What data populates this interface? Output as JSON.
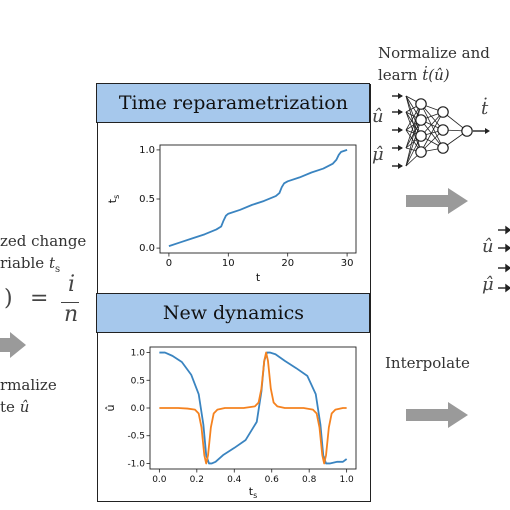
{
  "panel_top": {
    "title": "Time reparametrization"
  },
  "panel_bottom": {
    "title": "New dynamics"
  },
  "left_text": {
    "line1": "zed change",
    "line2_prefix": "riable",
    "line2_var": "t",
    "line2_sub": "s",
    "eq_left": ")",
    "eq_equals": "=",
    "eq_num": "i",
    "eq_den": "n",
    "line3": "rmalize",
    "line4_prefix": "te",
    "line4_var": "û"
  },
  "top_right": {
    "line1": "Normalize and",
    "line2_prefix": "learn",
    "line2_var": "ṫ(û)",
    "input_u": "û",
    "input_mu": "μ̂",
    "output": "ṫ"
  },
  "mid_right": {
    "label_u": "û",
    "label_mu": "μ̂"
  },
  "interpolate_label": "Interpolate",
  "colors": {
    "header_fill": "#a6c8ec",
    "series_blue": "#3a84c0",
    "series_orange": "#f5821f",
    "arrow_gray": "#9a9a9a"
  },
  "chart_data": [
    {
      "type": "line",
      "title": "",
      "xlabel": "t",
      "ylabel": "t_s",
      "xlim": [
        -1.5,
        31.5
      ],
      "ylim": [
        -0.05,
        1.05
      ],
      "xticks": [
        "0",
        "10",
        "20",
        "30"
      ],
      "yticks": [
        "0.0",
        "0.5",
        "1.0"
      ],
      "series": [
        {
          "x": [
            0,
            2,
            4,
            6,
            8,
            8.8,
            9.2,
            9.6,
            10,
            12,
            14,
            16,
            18,
            18.6,
            19,
            19.4,
            20,
            22,
            24,
            26,
            27.6,
            28.2,
            28.6,
            29,
            30
          ],
          "y": [
            0.02,
            0.06,
            0.1,
            0.14,
            0.19,
            0.22,
            0.28,
            0.33,
            0.35,
            0.39,
            0.44,
            0.48,
            0.53,
            0.56,
            0.62,
            0.66,
            0.68,
            0.72,
            0.77,
            0.81,
            0.86,
            0.9,
            0.95,
            0.98,
            1.0
          ]
        }
      ]
    },
    {
      "type": "line",
      "title": "",
      "xlabel": "t_s",
      "ylabel": "û",
      "xlim": [
        -0.05,
        1.05
      ],
      "ylim": [
        -1.1,
        1.1
      ],
      "xticks": [
        "0.0",
        "0.2",
        "0.4",
        "0.6",
        "0.8",
        "1.0"
      ],
      "yticks": [
        "-1.0",
        "-0.5",
        "0.0",
        "0.5",
        "1.0"
      ],
      "series": [
        {
          "x": [
            0.0,
            0.03,
            0.07,
            0.12,
            0.17,
            0.21,
            0.235,
            0.25,
            0.265,
            0.28,
            0.3,
            0.34,
            0.4,
            0.46,
            0.52,
            0.545,
            0.56,
            0.575,
            0.59,
            0.62,
            0.67,
            0.73,
            0.79,
            0.835,
            0.86,
            0.875,
            0.89,
            0.91,
            0.95,
            0.98,
            1.0
          ],
          "y": [
            1.0,
            1.0,
            0.94,
            0.83,
            0.6,
            0.25,
            -0.3,
            -0.85,
            -1.0,
            -1.0,
            -0.97,
            -0.85,
            -0.72,
            -0.58,
            -0.25,
            0.3,
            0.85,
            1.0,
            1.0,
            0.97,
            0.85,
            0.72,
            0.58,
            0.25,
            -0.3,
            -0.85,
            -1.0,
            -1.0,
            -0.97,
            -0.97,
            -0.92
          ]
        },
        {
          "x": [
            0.0,
            0.05,
            0.1,
            0.15,
            0.19,
            0.21,
            0.225,
            0.24,
            0.25,
            0.26,
            0.275,
            0.29,
            0.31,
            0.35,
            0.45,
            0.51,
            0.53,
            0.545,
            0.56,
            0.57,
            0.58,
            0.595,
            0.61,
            0.63,
            0.67,
            0.77,
            0.82,
            0.84,
            0.855,
            0.87,
            0.88,
            0.89,
            0.905,
            0.92,
            0.94,
            0.98,
            1.0
          ],
          "y": [
            0.0,
            0.0,
            0.0,
            -0.01,
            -0.03,
            -0.1,
            -0.35,
            -0.85,
            -1.0,
            -0.85,
            -0.35,
            -0.1,
            -0.03,
            0.0,
            0.0,
            0.03,
            0.1,
            0.35,
            0.85,
            1.0,
            0.85,
            0.35,
            0.1,
            0.03,
            0.0,
            0.0,
            -0.03,
            -0.1,
            -0.35,
            -0.85,
            -1.0,
            -0.85,
            -0.35,
            -0.1,
            -0.03,
            0.0,
            0.0
          ]
        }
      ]
    }
  ]
}
